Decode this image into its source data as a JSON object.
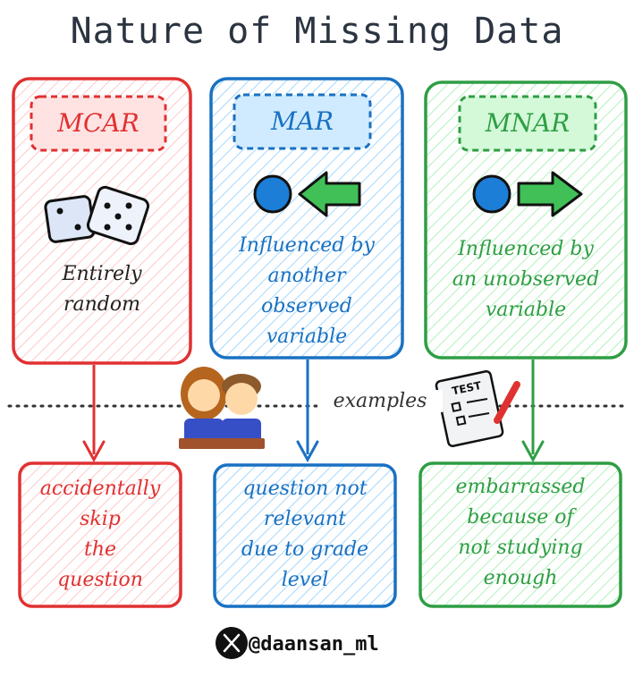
{
  "title": "Nature of Missing Data",
  "columns": [
    {
      "label": "MCAR",
      "description": [
        "Entirely",
        "random"
      ],
      "example": [
        "accidentally",
        "skip",
        "the",
        "question"
      ],
      "color": "#e03131",
      "fill": "#ffc9c9",
      "icon": "dice-icon"
    },
    {
      "label": "MAR",
      "description": [
        "Influenced by",
        "another",
        "observed",
        "variable"
      ],
      "example": [
        "question not",
        "relevant",
        "due to grade",
        "level"
      ],
      "color": "#1971c2",
      "fill": "#a5d8ff",
      "icon": "circle-arrow-in-icon"
    },
    {
      "label": "MNAR",
      "description": [
        "Influenced by",
        "an unobserved",
        "variable"
      ],
      "example": [
        "embarrassed",
        "because of",
        "not studying",
        "enough"
      ],
      "color": "#2f9e44",
      "fill": "#b2f2bb",
      "icon": "circle-arrow-out-icon"
    }
  ],
  "divider_label": "examples",
  "test_label": "TEST",
  "footer": {
    "handle": "@daansan_ml",
    "icon": "x-logo-icon"
  },
  "colors": {
    "title": "#2b3440",
    "node": "#1c7ed6",
    "arrow_green": "#40c057"
  }
}
